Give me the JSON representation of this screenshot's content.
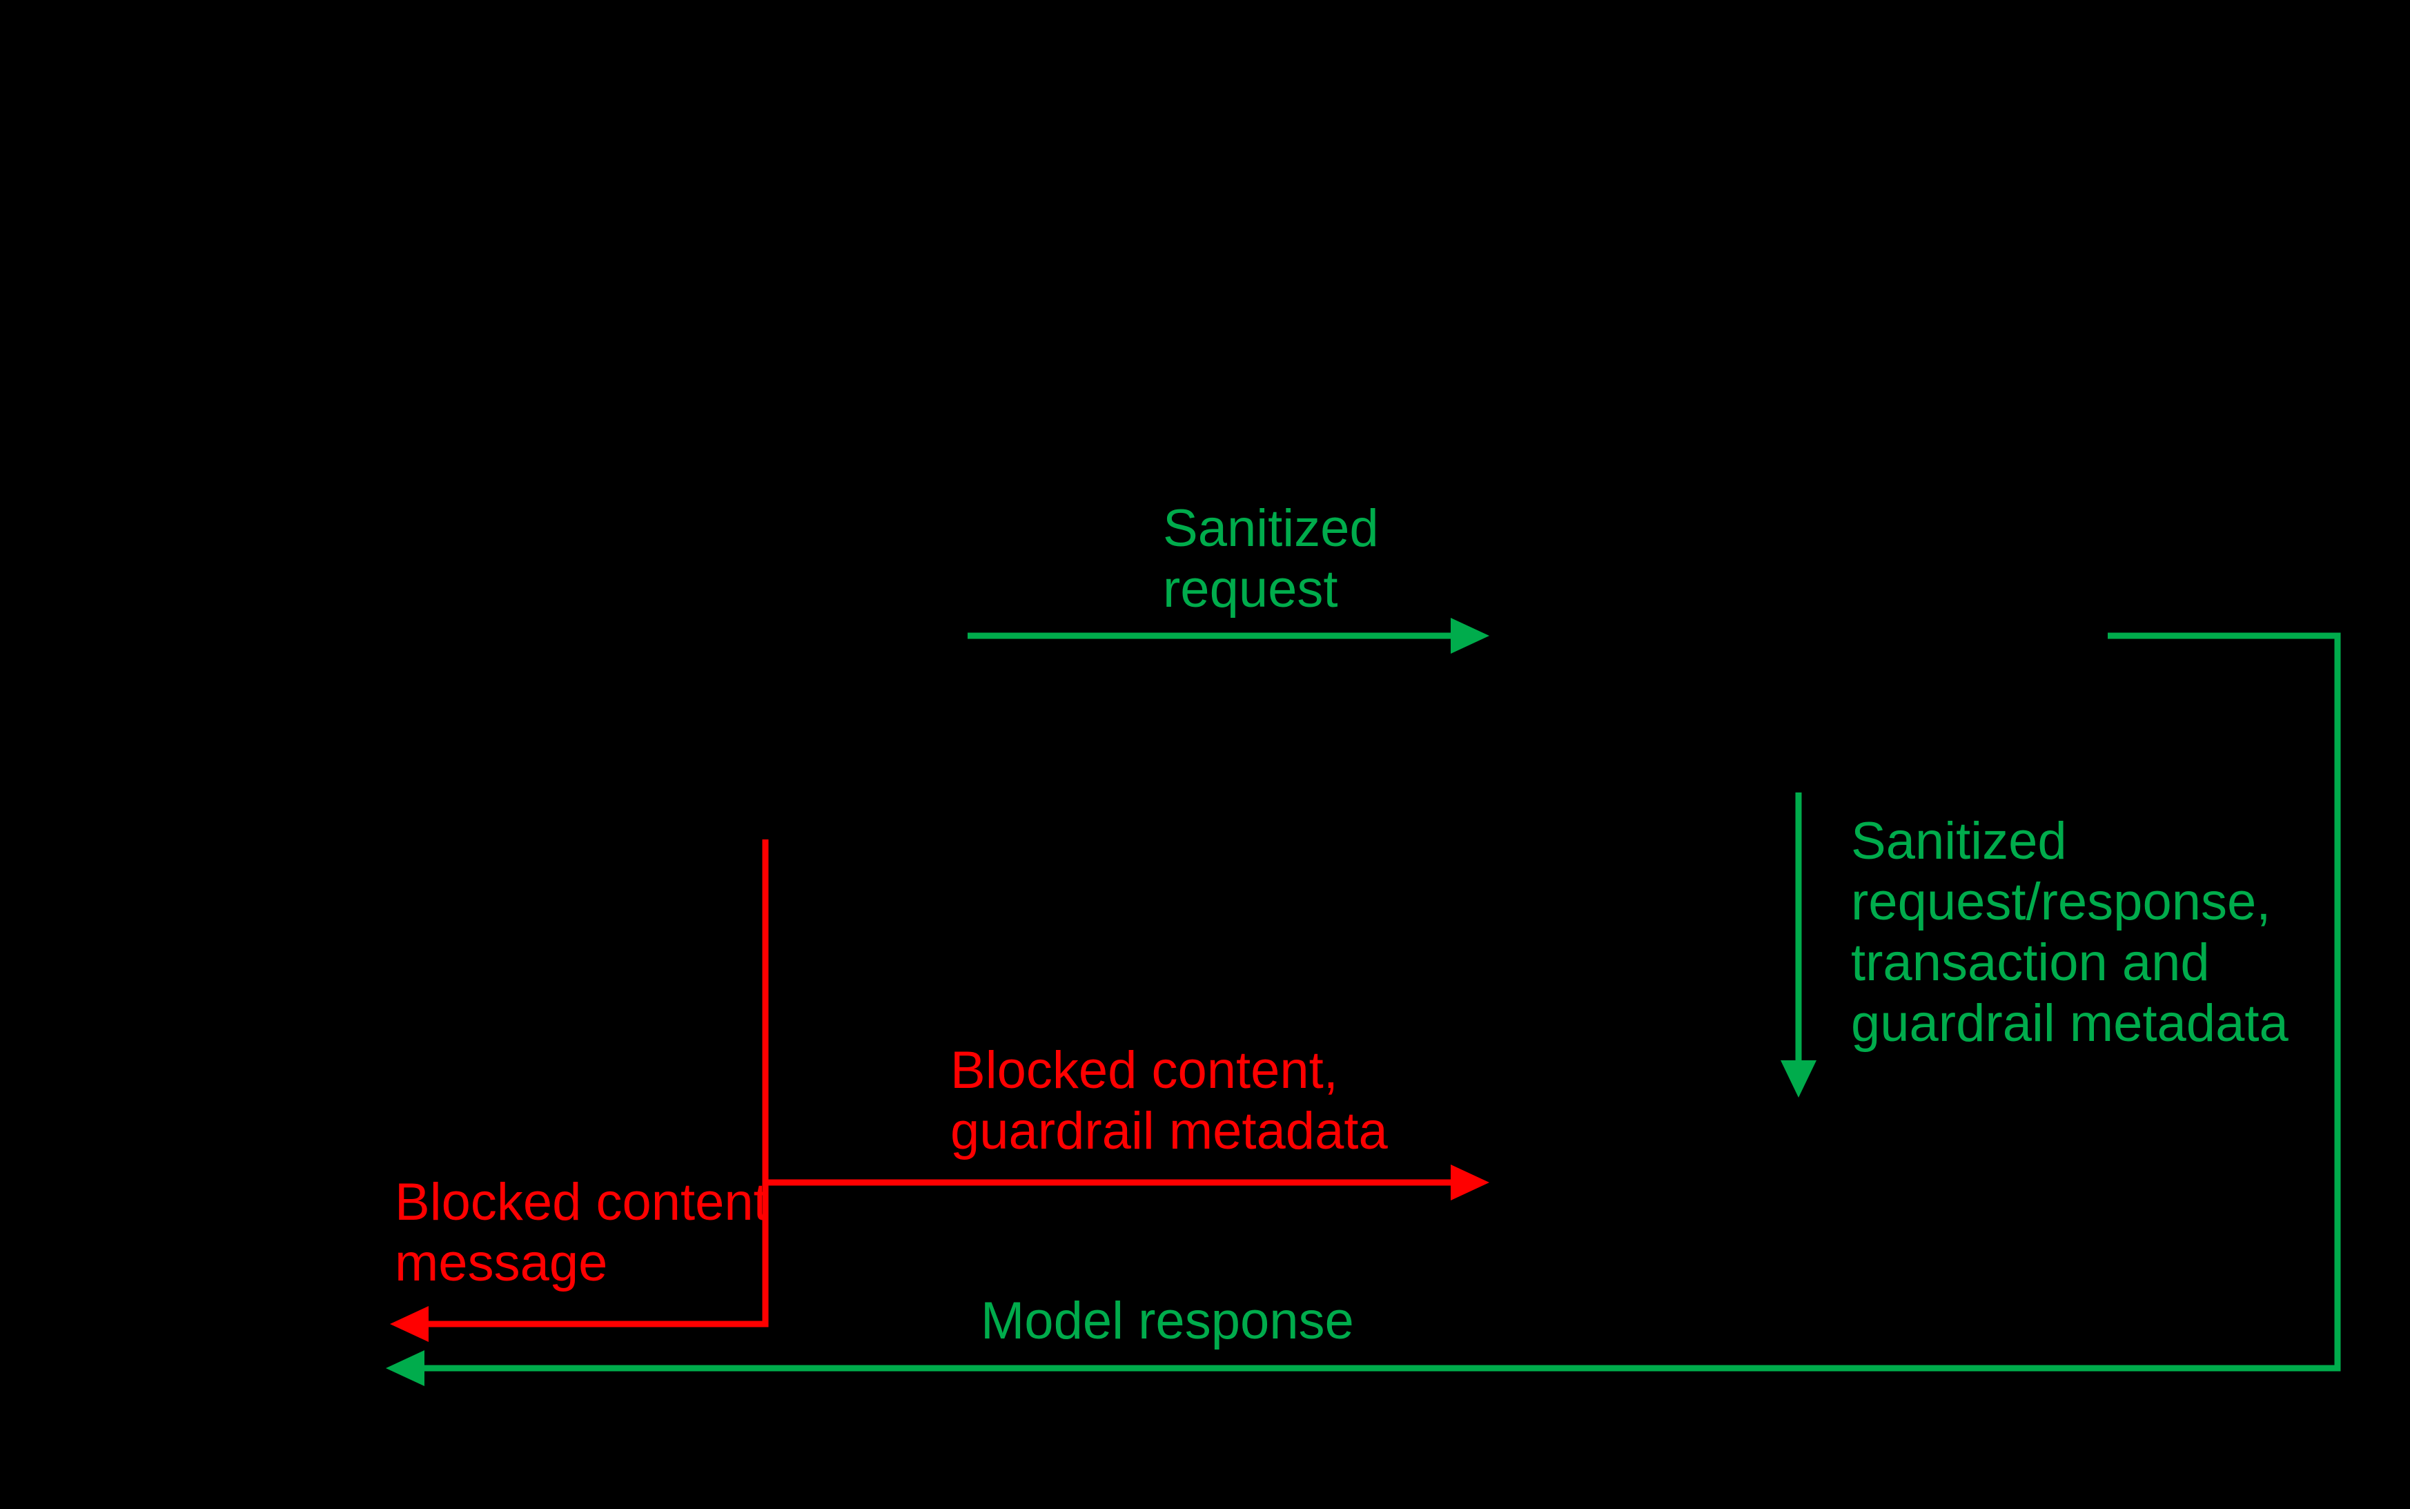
{
  "colors": {
    "green": "#00AC4C",
    "red": "#FF0000",
    "background": "#000000"
  },
  "labels": {
    "sanitized_request": "Sanitized\nrequest",
    "sanitized_metadata": "Sanitized\nrequest/response,\ntransaction and\nguardrail metadata",
    "blocked_content": "Blocked content,\nguardrail metadata",
    "blocked_message": "Blocked content\nmessage",
    "model_response": "Model response"
  },
  "arrows": [
    {
      "name": "sanitized-request-arrow",
      "color": "green",
      "direction": "right"
    },
    {
      "name": "sanitized-metadata-arrow",
      "color": "green",
      "direction": "down"
    },
    {
      "name": "model-response-arrow",
      "color": "green",
      "direction": "left"
    },
    {
      "name": "blocked-content-arrow",
      "color": "red",
      "direction": "right"
    },
    {
      "name": "blocked-message-arrow",
      "color": "red",
      "direction": "left"
    }
  ]
}
